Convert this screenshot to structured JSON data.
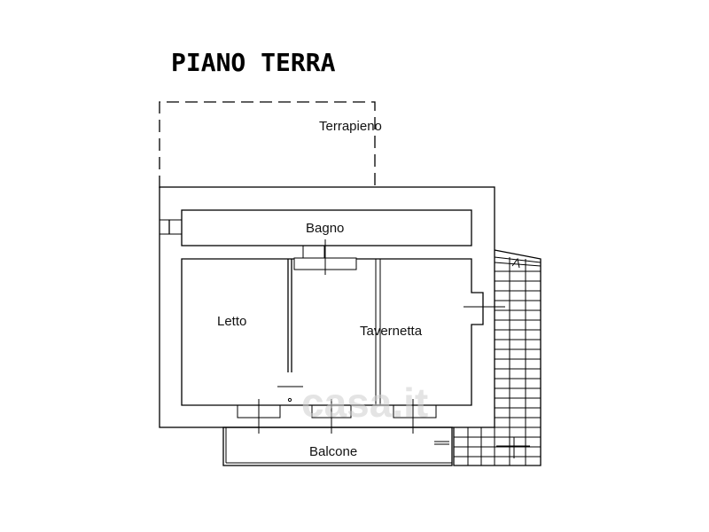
{
  "plan": {
    "title": "PIANO TERRA",
    "rooms": {
      "terrapieno": "Terrapieno",
      "bagno": "Bagno",
      "letto": "Letto",
      "tavernetta": "Tavernetta",
      "balcone": "Balcone"
    },
    "watermark": "casa.it"
  }
}
